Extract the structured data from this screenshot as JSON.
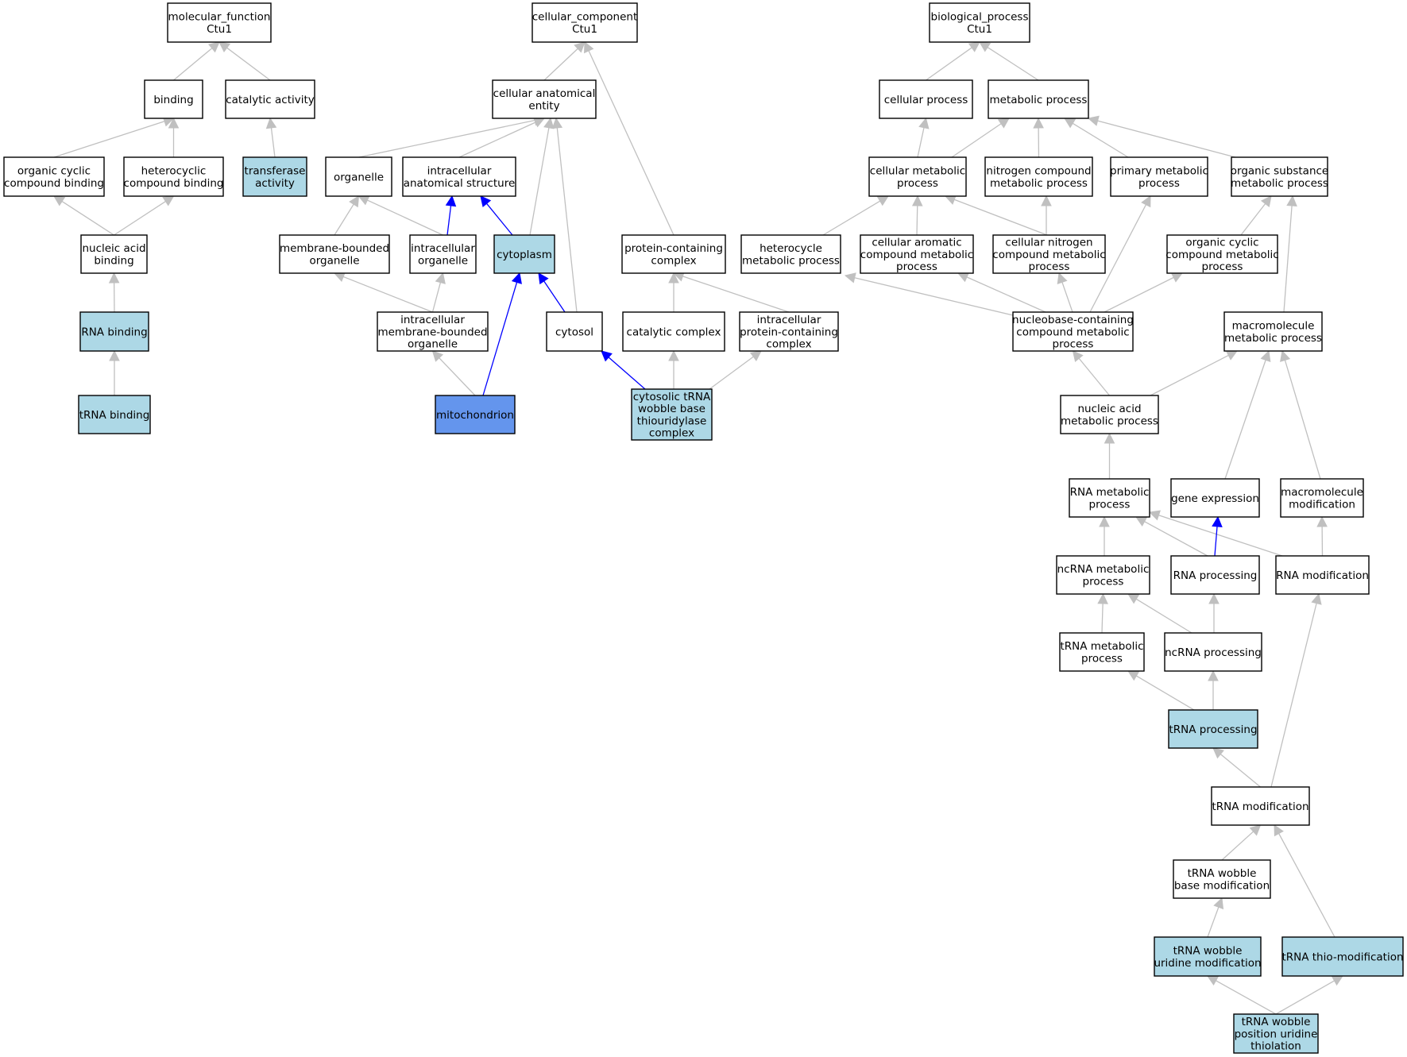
{
  "colors": {
    "plain": "#ffffff",
    "annotated": "#add8e6",
    "highlighted": "#6495ed",
    "edge_default": "#c0c0c0",
    "edge_highlight": "#0000ff"
  },
  "nodes": [
    {
      "id": "mf",
      "lines": [
        "molecular_function",
        "Ctu1"
      ],
      "style": "plain"
    },
    {
      "id": "binding",
      "lines": [
        "binding"
      ],
      "style": "plain"
    },
    {
      "id": "catalytic",
      "lines": [
        "catalytic activity"
      ],
      "style": "plain"
    },
    {
      "id": "orgcyc_bind",
      "lines": [
        "organic cyclic",
        "compound binding"
      ],
      "style": "plain"
    },
    {
      "id": "hetcyc_bind",
      "lines": [
        "heterocyclic",
        "compound binding"
      ],
      "style": "plain"
    },
    {
      "id": "transferase",
      "lines": [
        "transferase",
        "activity"
      ],
      "style": "annotated"
    },
    {
      "id": "nucacid_bind",
      "lines": [
        "nucleic acid",
        "binding"
      ],
      "style": "plain"
    },
    {
      "id": "rna_bind",
      "lines": [
        "RNA binding"
      ],
      "style": "annotated"
    },
    {
      "id": "trna_bind",
      "lines": [
        "tRNA binding"
      ],
      "style": "annotated"
    },
    {
      "id": "cc",
      "lines": [
        "cellular_component",
        "Ctu1"
      ],
      "style": "plain"
    },
    {
      "id": "cae",
      "lines": [
        "cellular anatomical",
        "entity"
      ],
      "style": "plain"
    },
    {
      "id": "organelle",
      "lines": [
        "organelle"
      ],
      "style": "plain"
    },
    {
      "id": "ias",
      "lines": [
        "intracellular",
        "anatomical structure"
      ],
      "style": "plain"
    },
    {
      "id": "mbo",
      "lines": [
        "membrane-bounded",
        "organelle"
      ],
      "style": "plain"
    },
    {
      "id": "io",
      "lines": [
        "intracellular",
        "organelle"
      ],
      "style": "plain"
    },
    {
      "id": "cytoplasm",
      "lines": [
        "cytoplasm"
      ],
      "style": "annotated"
    },
    {
      "id": "imbo",
      "lines": [
        "intracellular",
        "membrane-bounded",
        "organelle"
      ],
      "style": "plain"
    },
    {
      "id": "cytosol",
      "lines": [
        "cytosol"
      ],
      "style": "plain"
    },
    {
      "id": "mito",
      "lines": [
        "mitochondrion"
      ],
      "style": "highlighted"
    },
    {
      "id": "pcc",
      "lines": [
        "protein-containing",
        "complex"
      ],
      "style": "plain"
    },
    {
      "id": "catcomplex",
      "lines": [
        "catalytic complex"
      ],
      "style": "plain"
    },
    {
      "id": "ipcc",
      "lines": [
        "intracellular",
        "protein-containing",
        "complex"
      ],
      "style": "plain"
    },
    {
      "id": "ctwbtc",
      "lines": [
        "cytosolic tRNA",
        "wobble base",
        "thiouridylase",
        "complex"
      ],
      "style": "annotated"
    },
    {
      "id": "bp",
      "lines": [
        "biological_process",
        "Ctu1"
      ],
      "style": "plain"
    },
    {
      "id": "cellproc",
      "lines": [
        "cellular process"
      ],
      "style": "plain"
    },
    {
      "id": "metproc",
      "lines": [
        "metabolic process"
      ],
      "style": "plain"
    },
    {
      "id": "cellmet",
      "lines": [
        "cellular metabolic",
        "process"
      ],
      "style": "plain"
    },
    {
      "id": "nitmet",
      "lines": [
        "nitrogen compound",
        "metabolic process"
      ],
      "style": "plain"
    },
    {
      "id": "primmet",
      "lines": [
        "primary metabolic",
        "process"
      ],
      "style": "plain"
    },
    {
      "id": "orgsubmet",
      "lines": [
        "organic substance",
        "metabolic process"
      ],
      "style": "plain"
    },
    {
      "id": "hetmet",
      "lines": [
        "heterocycle",
        "metabolic process"
      ],
      "style": "plain"
    },
    {
      "id": "aromet",
      "lines": [
        "cellular aromatic",
        "compound metabolic",
        "process"
      ],
      "style": "plain"
    },
    {
      "id": "cellnit",
      "lines": [
        "cellular nitrogen",
        "compound metabolic",
        "process"
      ],
      "style": "plain"
    },
    {
      "id": "orgcycmet",
      "lines": [
        "organic cyclic",
        "compound metabolic",
        "process"
      ],
      "style": "plain"
    },
    {
      "id": "nucbase",
      "lines": [
        "nucleobase-containing",
        "compound metabolic",
        "process"
      ],
      "style": "plain"
    },
    {
      "id": "macromet",
      "lines": [
        "macromolecule",
        "metabolic process"
      ],
      "style": "plain"
    },
    {
      "id": "nucacidmet",
      "lines": [
        "nucleic acid",
        "metabolic process"
      ],
      "style": "plain"
    },
    {
      "id": "rnamet",
      "lines": [
        "RNA metabolic",
        "process"
      ],
      "style": "plain"
    },
    {
      "id": "geneexp",
      "lines": [
        "gene expression"
      ],
      "style": "plain"
    },
    {
      "id": "macromod",
      "lines": [
        "macromolecule",
        "modification"
      ],
      "style": "plain"
    },
    {
      "id": "ncrnamet",
      "lines": [
        "ncRNA metabolic",
        "process"
      ],
      "style": "plain"
    },
    {
      "id": "rnaproc",
      "lines": [
        "RNA processing"
      ],
      "style": "plain"
    },
    {
      "id": "rnamod",
      "lines": [
        "RNA modification"
      ],
      "style": "plain"
    },
    {
      "id": "trnamet",
      "lines": [
        "tRNA metabolic",
        "process"
      ],
      "style": "plain"
    },
    {
      "id": "ncrnaproc",
      "lines": [
        "ncRNA processing"
      ],
      "style": "plain"
    },
    {
      "id": "trnaproc",
      "lines": [
        "tRNA processing"
      ],
      "style": "annotated"
    },
    {
      "id": "trnamod",
      "lines": [
        "tRNA modification"
      ],
      "style": "plain"
    },
    {
      "id": "wobblebase",
      "lines": [
        "tRNA wobble",
        "base modification"
      ],
      "style": "plain"
    },
    {
      "id": "wobbleuri",
      "lines": [
        "tRNA wobble",
        "uridine modification"
      ],
      "style": "annotated"
    },
    {
      "id": "thiomod",
      "lines": [
        "tRNA thio-modification"
      ],
      "style": "annotated"
    },
    {
      "id": "thiolation",
      "lines": [
        "tRNA wobble",
        "position uridine",
        "thiolation"
      ],
      "style": "annotated"
    }
  ],
  "edges": [
    {
      "child": "binding",
      "parent": "mf"
    },
    {
      "child": "catalytic",
      "parent": "mf"
    },
    {
      "child": "orgcyc_bind",
      "parent": "binding"
    },
    {
      "child": "hetcyc_bind",
      "parent": "binding"
    },
    {
      "child": "transferase",
      "parent": "catalytic"
    },
    {
      "child": "nucacid_bind",
      "parent": "orgcyc_bind"
    },
    {
      "child": "nucacid_bind",
      "parent": "hetcyc_bind"
    },
    {
      "child": "rna_bind",
      "parent": "nucacid_bind"
    },
    {
      "child": "trna_bind",
      "parent": "rna_bind"
    },
    {
      "child": "cae",
      "parent": "cc"
    },
    {
      "child": "pcc",
      "parent": "cc"
    },
    {
      "child": "organelle",
      "parent": "cae"
    },
    {
      "child": "ias",
      "parent": "cae"
    },
    {
      "child": "cytoplasm",
      "parent": "cae"
    },
    {
      "child": "cytosol",
      "parent": "cae"
    },
    {
      "child": "mbo",
      "parent": "organelle"
    },
    {
      "child": "io",
      "parent": "organelle"
    },
    {
      "child": "io",
      "parent": "ias",
      "highlight": true
    },
    {
      "child": "cytoplasm",
      "parent": "ias",
      "highlight": true
    },
    {
      "child": "imbo",
      "parent": "mbo"
    },
    {
      "child": "imbo",
      "parent": "io"
    },
    {
      "child": "mito",
      "parent": "imbo"
    },
    {
      "child": "mito",
      "parent": "cytoplasm",
      "highlight": true
    },
    {
      "child": "cytosol",
      "parent": "cytoplasm",
      "highlight": true
    },
    {
      "child": "catcomplex",
      "parent": "pcc"
    },
    {
      "child": "ipcc",
      "parent": "pcc"
    },
    {
      "child": "ctwbtc",
      "parent": "cytosol",
      "highlight": true
    },
    {
      "child": "ctwbtc",
      "parent": "catcomplex"
    },
    {
      "child": "ctwbtc",
      "parent": "ipcc"
    },
    {
      "child": "cellproc",
      "parent": "bp"
    },
    {
      "child": "metproc",
      "parent": "bp"
    },
    {
      "child": "cellmet",
      "parent": "cellproc"
    },
    {
      "child": "cellmet",
      "parent": "metproc"
    },
    {
      "child": "nitmet",
      "parent": "metproc"
    },
    {
      "child": "primmet",
      "parent": "metproc"
    },
    {
      "child": "orgsubmet",
      "parent": "metproc"
    },
    {
      "child": "hetmet",
      "parent": "cellmet"
    },
    {
      "child": "aromet",
      "parent": "cellmet"
    },
    {
      "child": "cellnit",
      "parent": "cellmet"
    },
    {
      "child": "cellnit",
      "parent": "nitmet"
    },
    {
      "child": "orgcycmet",
      "parent": "orgsubmet"
    },
    {
      "child": "macromet",
      "parent": "orgsubmet"
    },
    {
      "child": "nucbase",
      "parent": "hetmet"
    },
    {
      "child": "nucbase",
      "parent": "aromet"
    },
    {
      "child": "nucbase",
      "parent": "cellnit"
    },
    {
      "child": "nucbase",
      "parent": "primmet"
    },
    {
      "child": "nucbase",
      "parent": "orgcycmet"
    },
    {
      "child": "nucacidmet",
      "parent": "nucbase"
    },
    {
      "child": "nucacidmet",
      "parent": "macromet"
    },
    {
      "child": "rnamet",
      "parent": "nucacidmet"
    },
    {
      "child": "geneexp",
      "parent": "macromet"
    },
    {
      "child": "macromod",
      "parent": "macromet"
    },
    {
      "child": "ncrnamet",
      "parent": "rnamet"
    },
    {
      "child": "rnaproc",
      "parent": "rnamet"
    },
    {
      "child": "rnamod",
      "parent": "rnamet"
    },
    {
      "child": "rnaproc",
      "parent": "geneexp",
      "highlight": true
    },
    {
      "child": "rnamod",
      "parent": "macromod"
    },
    {
      "child": "trnamet",
      "parent": "ncrnamet"
    },
    {
      "child": "ncrnaproc",
      "parent": "ncrnamet"
    },
    {
      "child": "ncrnaproc",
      "parent": "rnaproc"
    },
    {
      "child": "trnaproc",
      "parent": "trnamet"
    },
    {
      "child": "trnaproc",
      "parent": "ncrnaproc"
    },
    {
      "child": "trnamod",
      "parent": "trnaproc"
    },
    {
      "child": "trnamod",
      "parent": "rnamod"
    },
    {
      "child": "wobblebase",
      "parent": "trnamod"
    },
    {
      "child": "thiomod",
      "parent": "trnamod"
    },
    {
      "child": "wobbleuri",
      "parent": "wobblebase"
    },
    {
      "child": "thiolation",
      "parent": "wobbleuri"
    },
    {
      "child": "thiolation",
      "parent": "thiomod"
    }
  ]
}
